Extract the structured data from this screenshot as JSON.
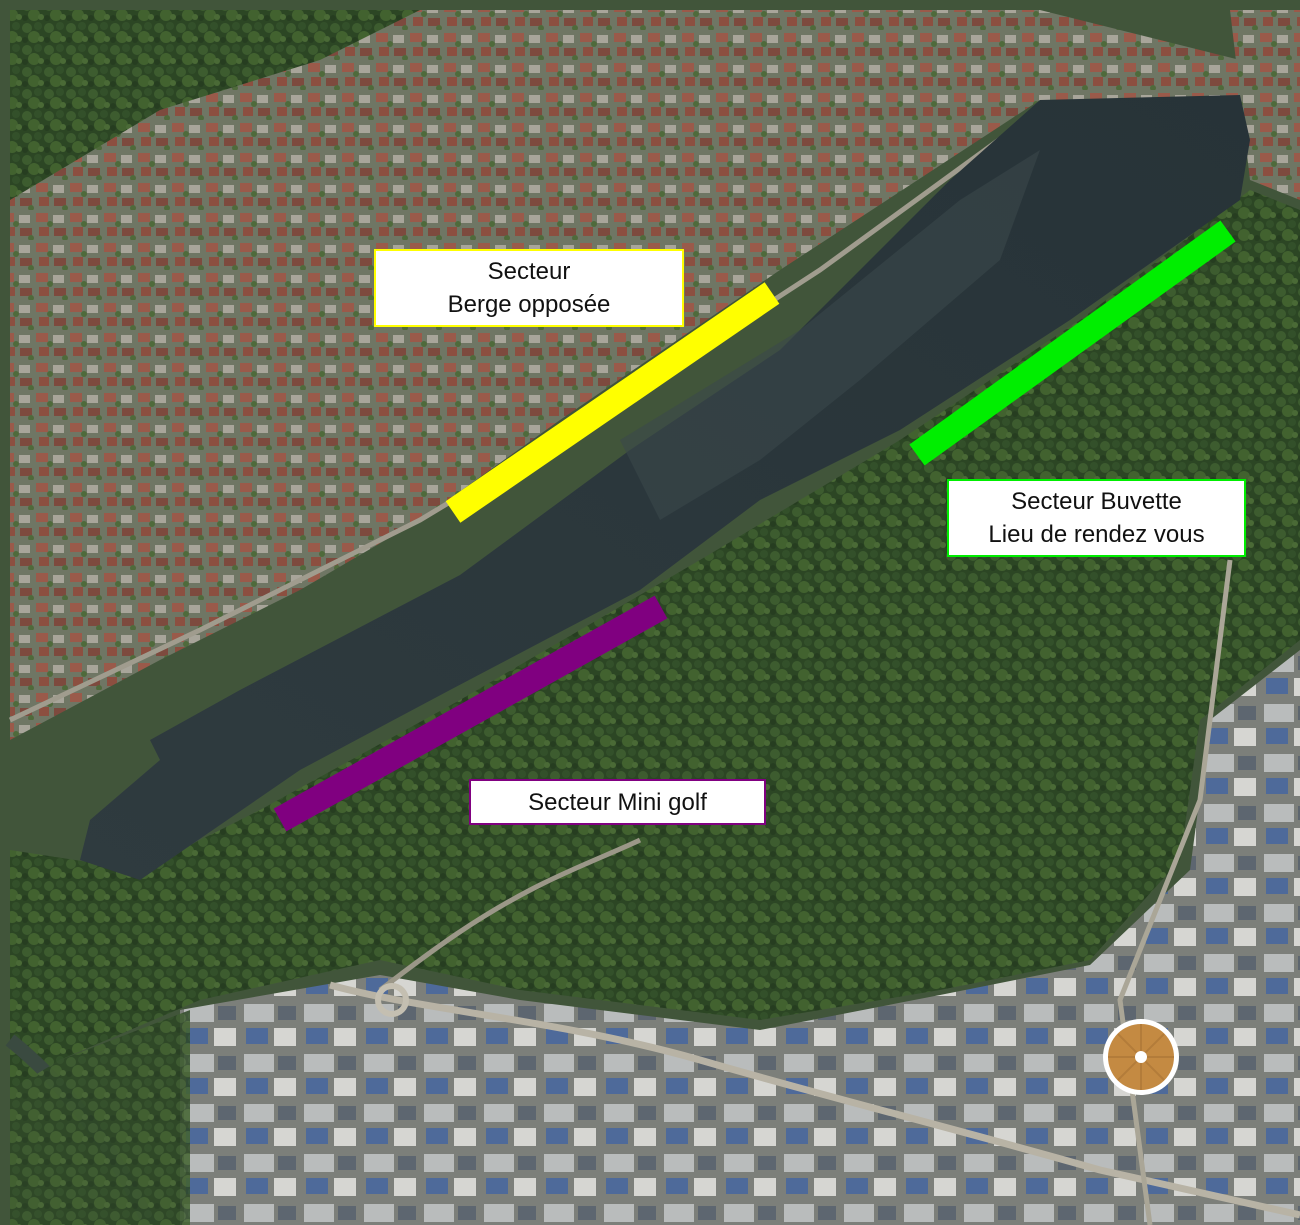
{
  "map": {
    "type": "aerial-photo-map",
    "basemap": "satellite",
    "features": {
      "water": "lake",
      "land": [
        "forest",
        "residential-houses",
        "industrial-buildings",
        "roads",
        "roundabout",
        "river"
      ]
    }
  },
  "sectors": [
    {
      "id": "berge",
      "label_lines": [
        "Secteur",
        "Berge opposée"
      ],
      "color": "#FFFF00"
    },
    {
      "id": "buvette",
      "label_lines": [
        "Secteur Buvette",
        "Lieu de rendez vous"
      ],
      "color": "#00EE00"
    },
    {
      "id": "minigolf",
      "label_lines": [
        "Secteur Mini golf"
      ],
      "color": "#800080"
    }
  ],
  "marker": {
    "icon": "location-pin-icon",
    "fill": "#C48A42",
    "ring": "#FFFFFF"
  }
}
